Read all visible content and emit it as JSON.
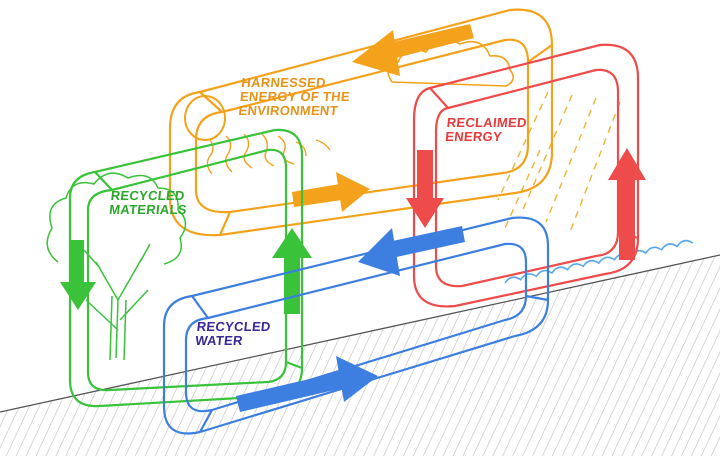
{
  "labels": {
    "harnessed": "HARNESSED\nENERGY OF THE\nENVIRONMENT",
    "reclaimed": "RECLAIMED\nENERGY",
    "materials": "RECYCLED\nMATERIALS",
    "water": "RECYCLED\nWATER"
  },
  "colors": {
    "orange": "#f4a21c",
    "red": "#ee4b4b",
    "green": "#3ac23a",
    "blue": "#3d7fe0",
    "ground": "#bdbdbd",
    "text_orange": "#e8931a",
    "text_red": "#e53b3b",
    "text_green": "#2da82d",
    "text_blue": "#3a2a9a"
  }
}
